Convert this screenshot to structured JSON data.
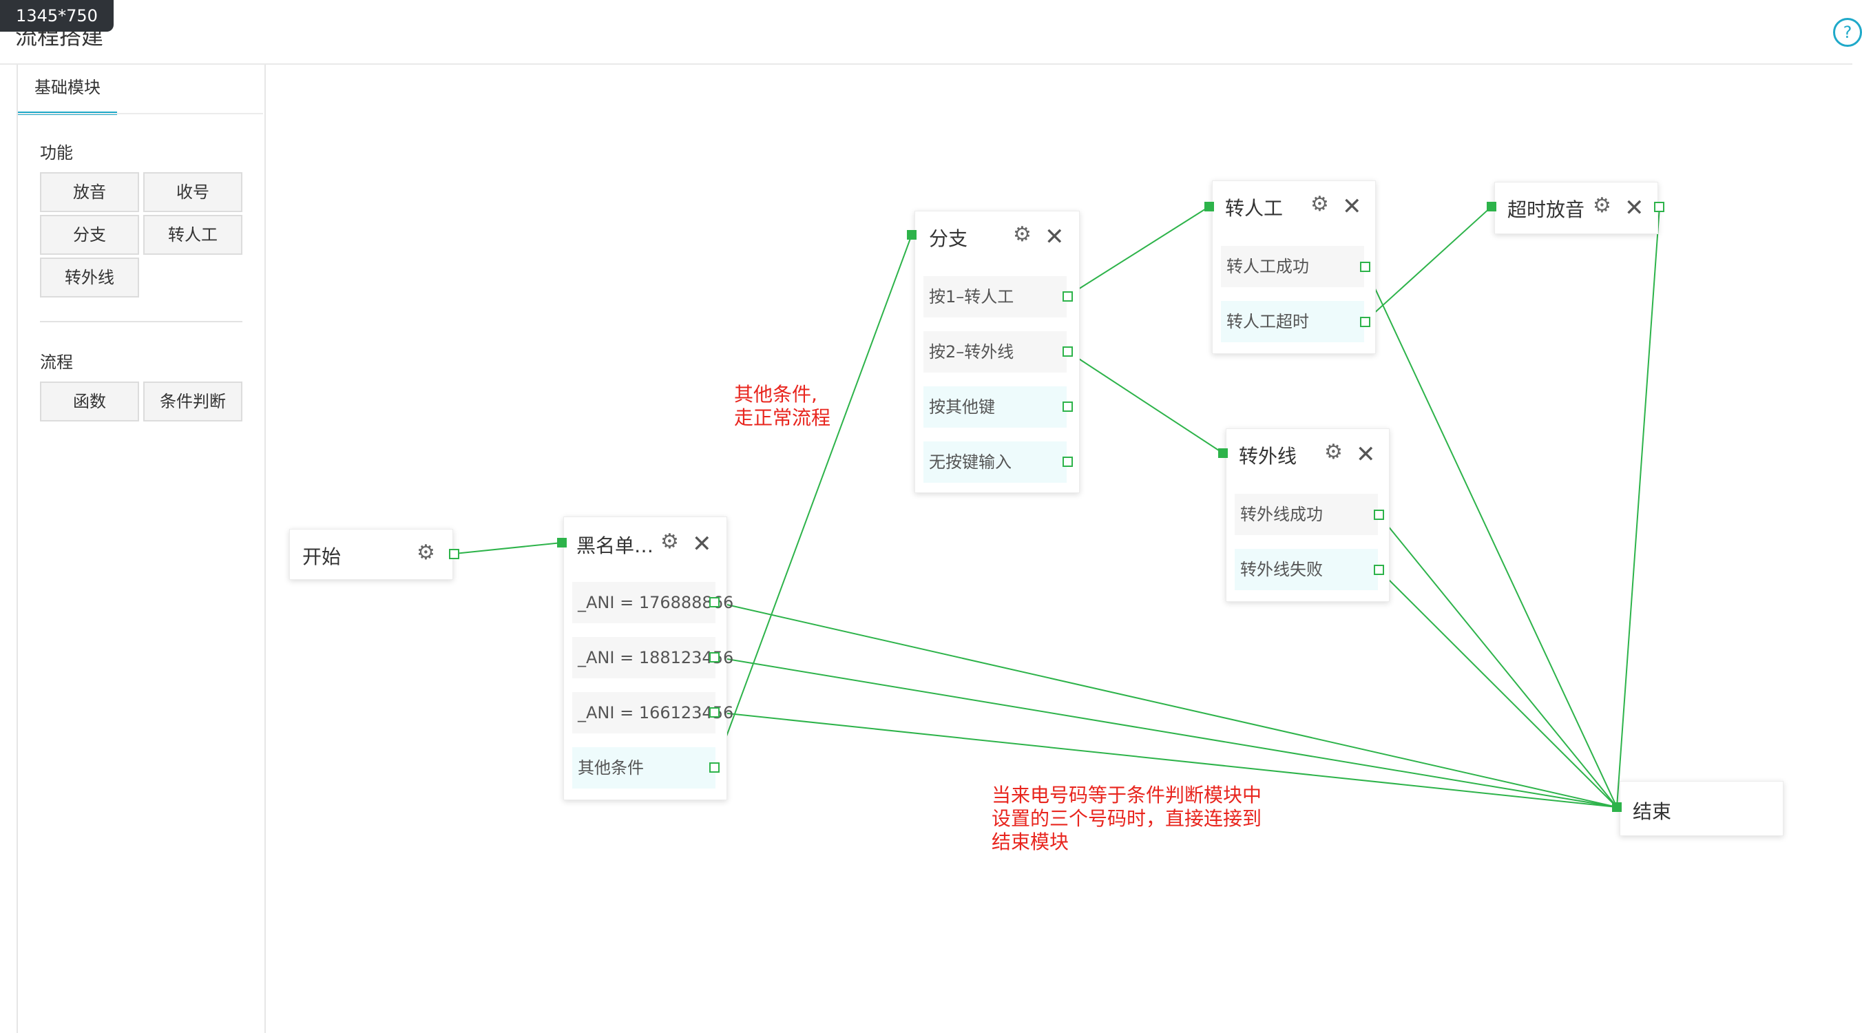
{
  "badge": "1345*750",
  "page_title": "流程搭建",
  "help_icon": "?",
  "panel": {
    "tab": "基础模块",
    "sections": [
      {
        "title": "功能",
        "buttons": [
          "放音",
          "收号",
          "分支",
          "转人工",
          "转外线"
        ]
      },
      {
        "title": "流程",
        "buttons": [
          "函数",
          "条件判断"
        ]
      }
    ]
  },
  "nodes": {
    "start": {
      "title": "开始"
    },
    "blacklist": {
      "title": "黑名单…",
      "rows": [
        "_ANI = 176888866",
        "_ANI = 188123456",
        "_ANI = 166123456",
        "其他条件"
      ]
    },
    "branch": {
      "title": "分支",
      "rows": [
        "按1–转人工",
        "按2–转外线",
        "按其他键",
        "无按键输入"
      ]
    },
    "agent": {
      "title": "转人工",
      "rows": [
        "转人工成功",
        "转人工超时"
      ]
    },
    "timeout_play": {
      "title": "超时放音"
    },
    "outside": {
      "title": "转外线",
      "rows": [
        "转外线成功",
        "转外线失败"
      ]
    },
    "end": {
      "title": "结束"
    }
  },
  "notes": {
    "other": [
      "其他条件,",
      "走正常流程"
    ],
    "match": [
      "当来电号码等于条件判断模块中",
      "设置的三个号码时，直接连接到",
      "结束模块"
    ]
  },
  "icons": {
    "gear": "gear-icon",
    "close": "close-icon"
  },
  "colors": {
    "accent": "#1fa9c9",
    "wire": "#2db34a",
    "note": "#e8251e"
  }
}
